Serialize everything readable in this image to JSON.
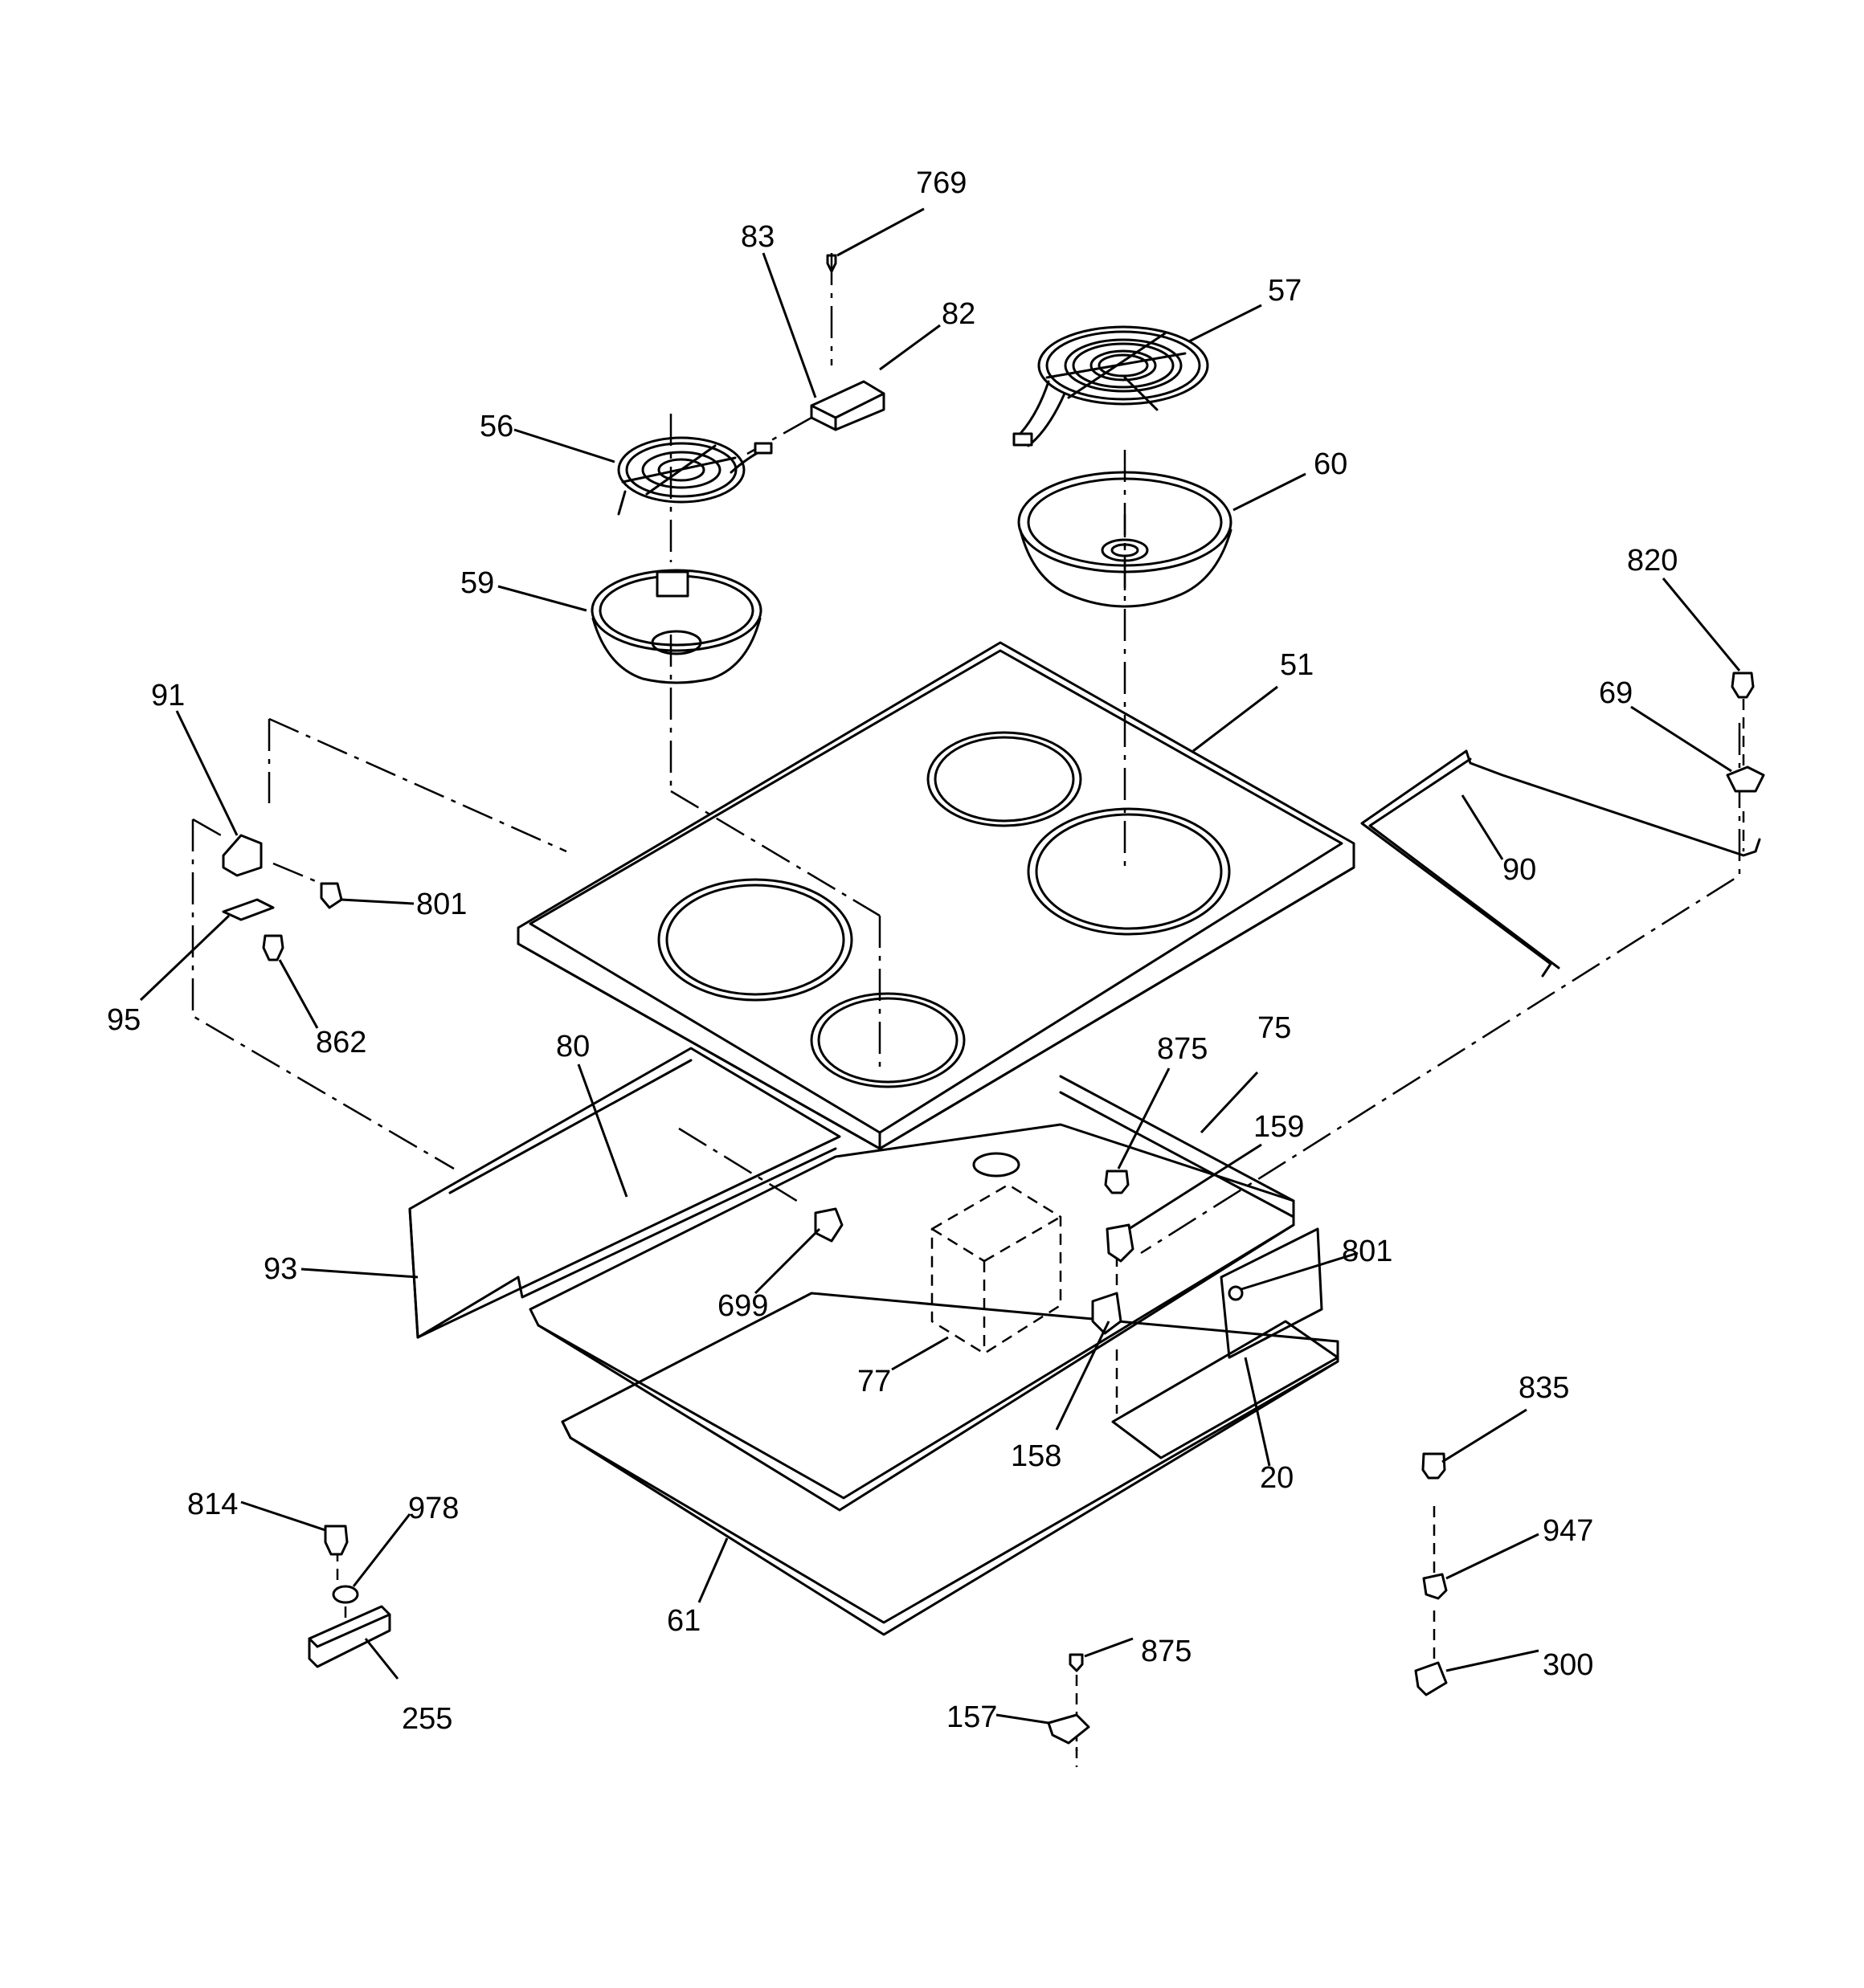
{
  "callouts": [
    {
      "label": "769"
    },
    {
      "label": "83"
    },
    {
      "label": "82"
    },
    {
      "label": "57"
    },
    {
      "label": "56"
    },
    {
      "label": "60"
    },
    {
      "label": "59"
    },
    {
      "label": "820"
    },
    {
      "label": "51"
    },
    {
      "label": "69"
    },
    {
      "label": "91"
    },
    {
      "label": "90"
    },
    {
      "label": "801"
    },
    {
      "label": "95"
    },
    {
      "label": "862"
    },
    {
      "label": "80"
    },
    {
      "label": "875"
    },
    {
      "label": "75"
    },
    {
      "label": "159"
    },
    {
      "label": "93"
    },
    {
      "label": "801"
    },
    {
      "label": "699"
    },
    {
      "label": "77"
    },
    {
      "label": "835"
    },
    {
      "label": "158"
    },
    {
      "label": "20"
    },
    {
      "label": "814"
    },
    {
      "label": "978"
    },
    {
      "label": "947"
    },
    {
      "label": "61"
    },
    {
      "label": "875"
    },
    {
      "label": "300"
    },
    {
      "label": "157"
    },
    {
      "label": "255"
    }
  ]
}
